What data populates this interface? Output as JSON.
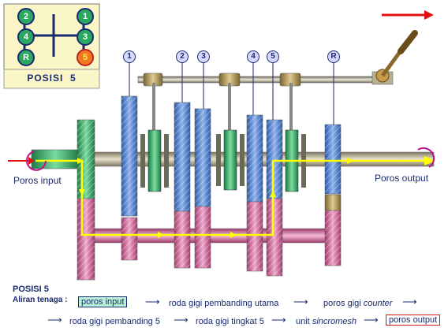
{
  "shift_panel": {
    "title": "POSISI  5",
    "gears": [
      "2",
      "1",
      "4",
      "3",
      "R",
      "5"
    ],
    "active_gear": "5"
  },
  "gear_labels": [
    "1",
    "2",
    "3",
    "4",
    "5",
    "R"
  ],
  "labels": {
    "input_shaft": "Poros input",
    "output_shaft": "Poros output"
  },
  "caption": {
    "title": "POSISI 5",
    "flow_label": "Aliran tenaga :",
    "steps": [
      "poros input",
      "roda gigi pembanding utama",
      "poros gigi",
      "counter",
      "roda gigi pembanding 5",
      "roda gigi tingkat 5",
      "unit",
      "sincromesh",
      "poros output"
    ]
  },
  "colors": {
    "gear_blue": "#4a7fd0",
    "gear_pink": "#c85a8c",
    "gear_green": "#3aa86a",
    "shaft_pink": "#d36aa0",
    "shaft_gray": "#a8a08a",
    "flow_yellow": "#ffff00",
    "arrow_red": "#e01010"
  },
  "icons": {
    "direction": "red-arrow-right-icon",
    "rotation": "rotation-arrow-icon"
  }
}
